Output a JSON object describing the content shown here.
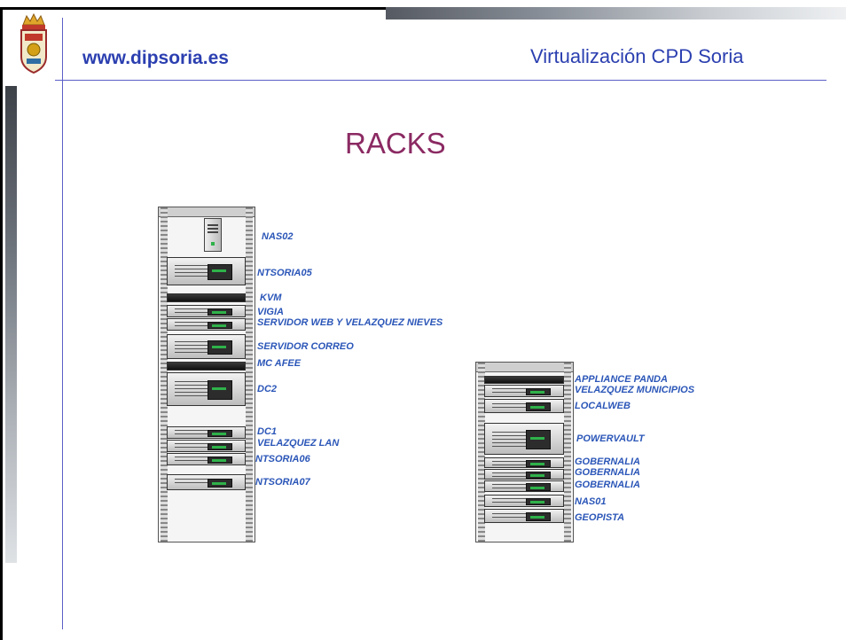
{
  "header": {
    "site_url": "www.dipsoria.es",
    "doc_title": "Virtualización CPD Soria"
  },
  "slide": {
    "heading": "RACKS"
  },
  "rack_left": {
    "labels": [
      "NAS02",
      "NTSORIA05",
      "KVM",
      "VIGIA",
      "SERVIDOR WEB  Y VELAZQUEZ NIEVES",
      "SERVIDOR CORREO",
      "MC AFEE",
      "DC2",
      "DC1",
      "VELAZQUEZ LAN",
      "NTSORIA06",
      "NTSORIA07"
    ]
  },
  "rack_right": {
    "labels": [
      "APPLIANCE PANDA",
      "VELAZQUEZ MUNICIPIOS",
      "LOCALWEB",
      "POWERVAULT",
      "GOBERNALIA",
      "GOBERNALIA",
      "GOBERNALIA",
      "NAS01",
      "GEOPISTA"
    ]
  },
  "colors": {
    "brand_blue": "#2b3fb0",
    "heading": "#8b2a63",
    "label": "#2b56b8"
  }
}
